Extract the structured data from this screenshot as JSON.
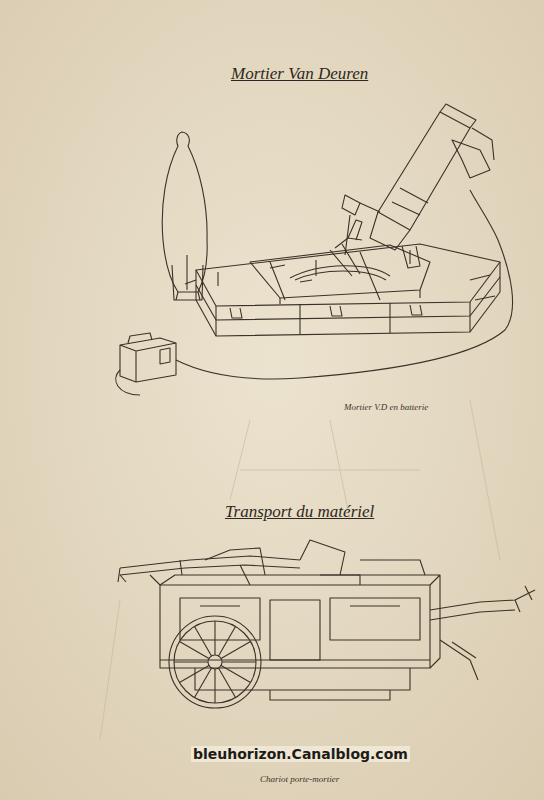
{
  "diagram": {
    "title": "Mortier Van Deuren",
    "labels": [
      "Mortier V.D en batterie",
      "Transport du matériel",
      "bleuhorizon.Canalblog.com",
      "Chariot porte-mortier"
    ]
  }
}
